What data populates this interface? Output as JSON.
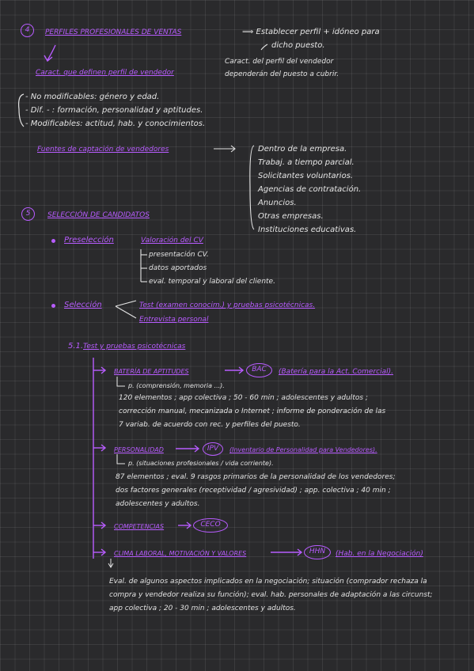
{
  "section4": {
    "number": "4",
    "title": "PERFILES PROFESIONALES DE VENTAS",
    "arrow_text": "⟹ Establecer perfil + idóneo para",
    "arrow_text_2": "dicho puesto.",
    "characteristics_label": "Caract. que definen perfil de vendedor",
    "note_line1": "Caract. del perfil del vendedor",
    "note_line2": "dependerán del puesto a cubrir.",
    "list": [
      "- No modificables: género y edad.",
      "- Dif. - : formación, personalidad y aptitudes.",
      "- Modificables: actitud, hab. y conocimientos."
    ],
    "sources_label": "Fuentes de captación de vendedores",
    "sources": [
      "Dentro de la empresa.",
      "Trabaj. a tiempo parcial.",
      "Solicitantes voluntarios.",
      "Agencias de contratación.",
      "Anuncios.",
      "Otras empresas.",
      "Instituciones educativas."
    ]
  },
  "section5": {
    "number": "5",
    "title": "SELECCIÓN DE CANDIDATOS",
    "preselection_label": "Preselección",
    "preselection_desc": "Valoración del CV",
    "preselection_items": [
      "presentación CV.",
      "datos aportados",
      "eval. temporal y laboral del cliente."
    ],
    "selection_label": "Selección",
    "selection_items": [
      "Test (examen conocim.) y pruebas psicotécnicas.",
      "Entrevista personal"
    ],
    "sub_number": "5.1.",
    "sub_title": "Test y pruebas psicotécnicas",
    "bac": {
      "label": "BATERÍA DE APTITUDES",
      "badge": "BAC",
      "desc": "(Batería para la Act. Comercial).",
      "lines": [
        "p. (comprensión, memoria ...).",
        "120 elementos ; app colectiva ; 50 - 60 min ; adolescentes y adultos ;",
        "corrección manual, mecanizada o Internet ; informe de ponderación de las",
        "7 variab. de acuerdo con rec. y perfiles del puesto."
      ]
    },
    "ipv": {
      "label": "PERSONALIDAD",
      "badge": "IPV",
      "desc": "(Inventario de Personalidad para Vendedores).",
      "lines": [
        "p. (situaciones profesionales / vida corriente).",
        "87 elementos ; eval. 9 rasgos primarios de la personalidad de los vendedores;",
        "dos factores generales (receptividad / agresividad) ; app. colectiva ; 40 min ;",
        "adolescentes y adultos."
      ]
    },
    "competencias": {
      "label": "COMPETENCIAS",
      "badge": "CECO"
    },
    "clima": {
      "label": "CLIMA LABORAL, MOTIVACIÓN Y VALORES",
      "badge": "HHN",
      "desc": "(Hab. en la Negociación)",
      "lines": [
        "Eval. de algunos aspectos implicados en la negociación; situación (comprador rechaza la",
        "compra y vendedor realiza su función); eval. hab. personales de adaptación a las circunst;",
        "app colectiva ; 20 - 30 min ; adolescentes y adultos."
      ]
    }
  }
}
